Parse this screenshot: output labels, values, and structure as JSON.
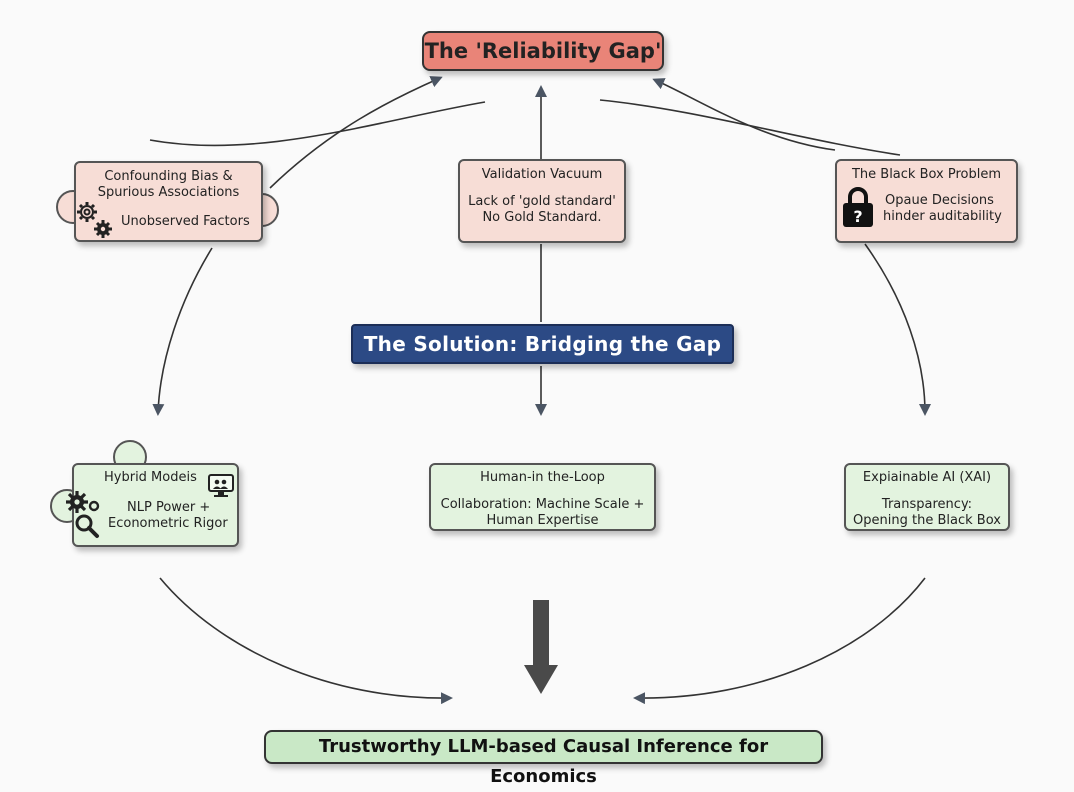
{
  "header": {
    "title": "The 'Reliability Gap'"
  },
  "problems": {
    "confounding": {
      "title_line1": "Confounding Bias &",
      "title_line2": "Spurious Associations",
      "detail": "Unobserved Factors",
      "icon": "gears-icon"
    },
    "validation": {
      "title": "Validation Vacuum",
      "detail_line1": "Lack of 'gold standard'",
      "detail_line2": "No Gold Standard."
    },
    "blackbox": {
      "title": "The Black Box Problem",
      "detail_line1": "Opaue Decisions",
      "detail_line2": "hinder auditability",
      "icon": "padlock-question-icon"
    }
  },
  "solution": {
    "title": "The Solution: Bridging the Gap"
  },
  "solutions": {
    "hybrid": {
      "title": "Hybrid Modeis",
      "detail_line1": "NLP Power +",
      "detail_line2": "Econometric Rigor",
      "icons": [
        "gears-icon",
        "magnifier-icon",
        "monitor-icon"
      ]
    },
    "human": {
      "title": "Human-in the-Loop",
      "detail_line1": "Collaboration: Machine Scale +",
      "detail_line2": "Human Expertise"
    },
    "xai": {
      "title": "Expiainable AI (XAI)",
      "detail_line1": "Transparency:",
      "detail_line2": "Opening the Black Box"
    }
  },
  "outcome": {
    "title": "Trustworthy LLM-based Causal Inference for Economics"
  },
  "colors": {
    "problem_fill": "#f7ddd6",
    "solution_fill": "#e3f3df",
    "header_fill": "#e98478",
    "bridge_fill": "#2c4a85",
    "outcome_fill": "#c9e8c6",
    "arrow": "#4b5563"
  }
}
